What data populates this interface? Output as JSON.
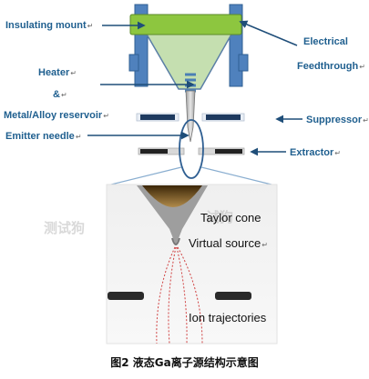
{
  "labels": {
    "insulating_mount": "Insulating mount",
    "electrical": "Electrical",
    "feedthrough": "Feedthrough",
    "heater": "Heater",
    "ampersand": "&",
    "reservoir": "Metal/Alloy reservoir",
    "emitter_needle": "Emitter needle",
    "suppressor": "Suppressor",
    "extractor": "Extractor"
  },
  "inset": {
    "taylor_cone": "Taylor cone",
    "virtual_source": "Virtual source",
    "ion_trajectories": "Ion trajectories"
  },
  "mark": "↵",
  "caption": "图2 液态Ga离子源结构示意图",
  "watermarks": [
    "测试狗",
    "试狗"
  ],
  "colors": {
    "label": "#1f5f8f",
    "mount": "#8dc63f",
    "frame": "#4f81bd",
    "cone": "#c5dfb0",
    "arrow": "#1f4e79",
    "trajectory": "#d04040"
  }
}
